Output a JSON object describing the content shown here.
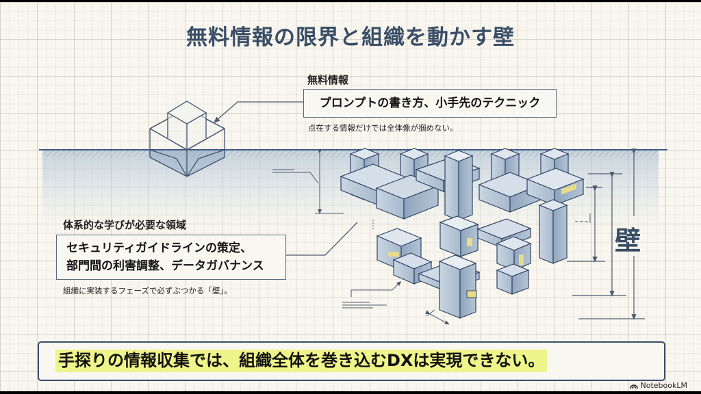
{
  "slide": {
    "title": "無料情報の限界と組織を動かす壁",
    "free_info": {
      "heading": "無料情報",
      "box_text": "プロンプトの書き方、小手先のテクニック",
      "note": "点在する情報だけでは全体像が掴めない。"
    },
    "systematic": {
      "heading": "体系的な学びが必要な領域",
      "box_line1": "セキュリティガイドラインの策定、",
      "box_line2": "部門間の利害調整、データガバナンス",
      "note": "組織に実装するフェーズで必ずぶつかる「壁」。"
    },
    "wall_label": "壁",
    "banner_text": "手探りの情報収集では、組織全体を巻き込むDXは実現できない。",
    "brand": {
      "icon": "notebooklm-icon",
      "label": "NotebookLM"
    },
    "colors": {
      "navy": "#3a4d66",
      "highlight": "#eef58a",
      "paper": "#f8f6ee",
      "water": "#b8c9da"
    }
  }
}
